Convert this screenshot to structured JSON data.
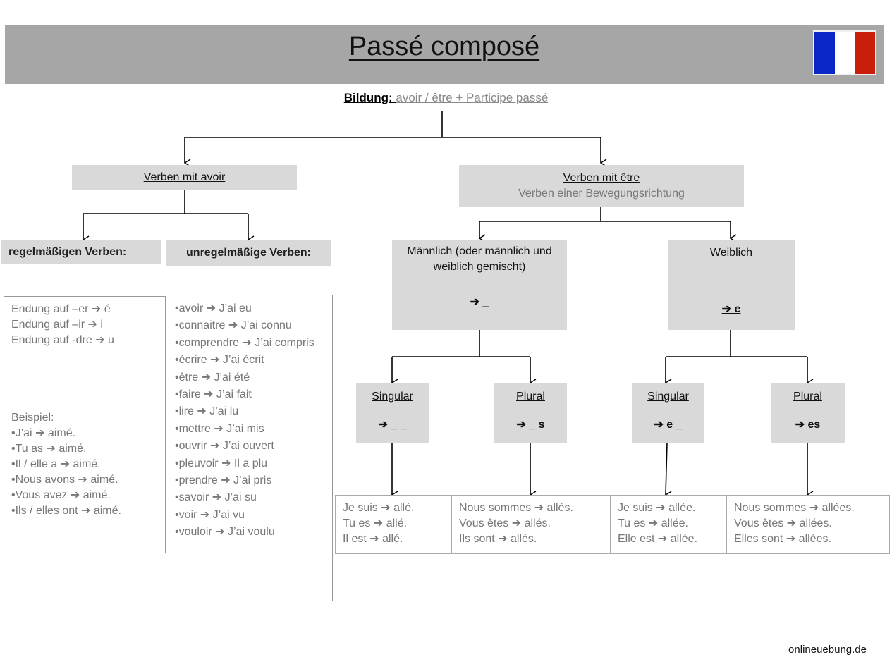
{
  "header": {
    "title": "Passé composé",
    "flag_colors": [
      "#0a28c8",
      "#ffffff",
      "#c81e0a"
    ]
  },
  "bildung": {
    "label": "Bildung: ",
    "formula": "avoir / être + Participe passé"
  },
  "avoir": {
    "title": "Verben mit avoir",
    "regular_title": "regelmäßigen Verben:",
    "irregular_title": "unregelmäßige Verben:",
    "regular_rules": [
      "Endung auf –er ➔ é",
      "Endung auf –ir ➔ i",
      "Endung auf  -dre ➔ u"
    ],
    "example_title": "Beispiel:",
    "examples": [
      "•J’ai ➔ aimé.",
      "•Tu as ➔ aimé.",
      "•Il / elle a ➔ aimé.",
      "•Nous avons ➔ aimé.",
      "•Vous avez ➔ aimé.",
      "•Ils / elles ont ➔ aimé."
    ],
    "irregular_list": [
      "•avoir ➔ J’ai eu",
      "•connaitre ➔ J’ai connu",
      "•comprendre ➔ J’ai compris",
      "•écrire ➔ J’ai écrit",
      "•être ➔ J’ai été",
      "•faire ➔ J’ai fait",
      "•lire ➔ J’ai lu",
      "•mettre ➔ J’ai mis",
      "•ouvrir ➔ J’ai ouvert",
      "•pleuvoir ➔ Il a plu",
      "•prendre ➔ J’ai pris",
      "•savoir ➔ J’ai su",
      "•voir ➔ J’ai vu",
      "•vouloir ➔ J’ai voulu"
    ]
  },
  "etre": {
    "title": "Verben mit être",
    "subtitle": "Verben einer Bewegungsrichtung",
    "male": {
      "label": "Männlich (oder männlich und weiblich gemischt)",
      "ending": "➔ _"
    },
    "female": {
      "label": "Weiblich",
      "ending": "➔ e"
    },
    "male_singular": {
      "label": "Singular",
      "ending": "➔ _ _"
    },
    "male_plural": {
      "label": "Plural",
      "ending": "➔ _ s"
    },
    "female_singular": {
      "label": "Singular",
      "ending": "➔ e _"
    },
    "female_plural": {
      "label": "Plural",
      "ending": "➔ es"
    },
    "male_singular_examples": [
      "Je suis ➔ allé.",
      "Tu es ➔ allé.",
      "Il est ➔ allé."
    ],
    "male_plural_examples": [
      "Nous sommes ➔ allés.",
      "Vous êtes ➔ allés.",
      "Ils sont ➔ allés."
    ],
    "female_singular_examples": [
      "Je suis ➔ allée.",
      "Tu es ➔ allée.",
      "Elle est ➔ allée."
    ],
    "female_plural_examples": [
      "Nous sommes ➔ allées.",
      "Vous êtes ➔ allées.",
      "Elles sont ➔ allées."
    ]
  },
  "footer": {
    "source": "onlineuebung.de"
  }
}
